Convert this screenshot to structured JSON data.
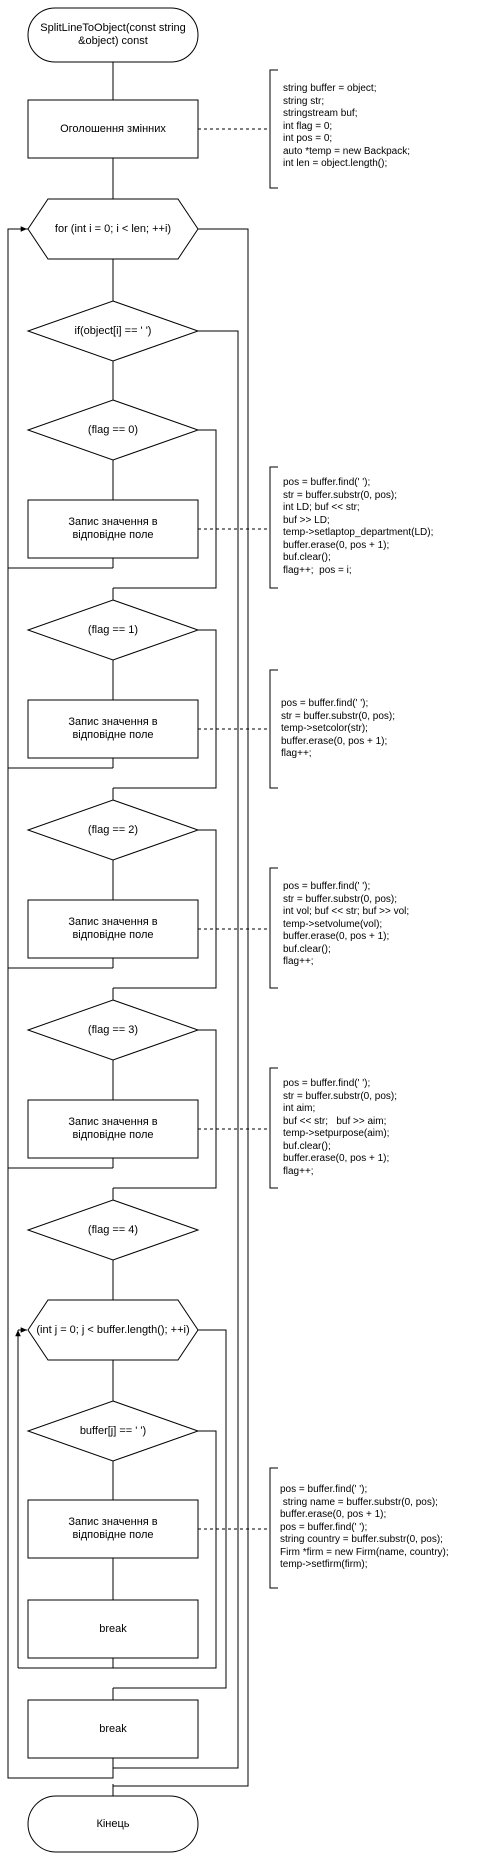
{
  "start": "SplitLineToObject(const string &object) const",
  "declare": "Оголошення змінних",
  "declare_note": "string buffer = object;\nstring str;\nstringstream buf;\nint flag = 0;\nint pos = 0;\nauto *temp = new Backpack;\nint len = object.length();",
  "for_loop": "for (int i = 0; i < len; ++i)",
  "if_space": "if(object[i] == ' ')",
  "flag0": "(flag == 0)",
  "flag1": "(flag == 1)",
  "flag2": "(flag == 2)",
  "flag3": "(flag == 3)",
  "flag4": "(flag == 4)",
  "assign0": "Запис значення в відповідне поле",
  "assign1": "Запис значення в відповідне поле",
  "assign2": "Запис значення в відповідне поле",
  "assign3": "Запис значення в відповідне поле",
  "assign4": "Запис значення в відповідне поле",
  "note0": "pos = buffer.find(' ');\nstr = buffer.substr(0, pos);\nint LD; buf << str;\nbuf >> LD;\ntemp->setlaptop_department(LD);\nbuffer.erase(0, pos + 1);\nbuf.clear();\nflag++;  pos = i;",
  "note1": "pos = buffer.find(' ');\nstr = buffer.substr(0, pos);\ntemp->setcolor(str);\nbuffer.erase(0, pos + 1);\nflag++;",
  "note2": "pos = buffer.find(' ');\nstr = buffer.substr(0, pos);\nint vol; buf << str; buf >> vol;\ntemp->setvolume(vol);\nbuffer.erase(0, pos + 1);\nbuf.clear();\nflag++;",
  "note3": "pos = buffer.find(' ');\nstr = buffer.substr(0, pos);\nint aim;\nbuf << str;   buf >> aim;\ntemp->setpurpose(aim);\nbuf.clear();\nbuffer.erase(0, pos + 1);\nflag++;",
  "inner_loop": "(int j = 0; j < buffer.length(); ++i)",
  "buf_space": "buffer[j] == ' ')",
  "note4": "pos = buffer.find(' ');\n string name = buffer.substr(0, pos);\nbuffer.erase(0, pos + 1);\npos = buffer.find(' ');\nstring country = buffer.substr(0, pos);\nFirm *firm = new Firm(name, country);\ntemp->setfirm(firm);",
  "break_inner": "break",
  "break_outer": "break",
  "end": "Кінець"
}
